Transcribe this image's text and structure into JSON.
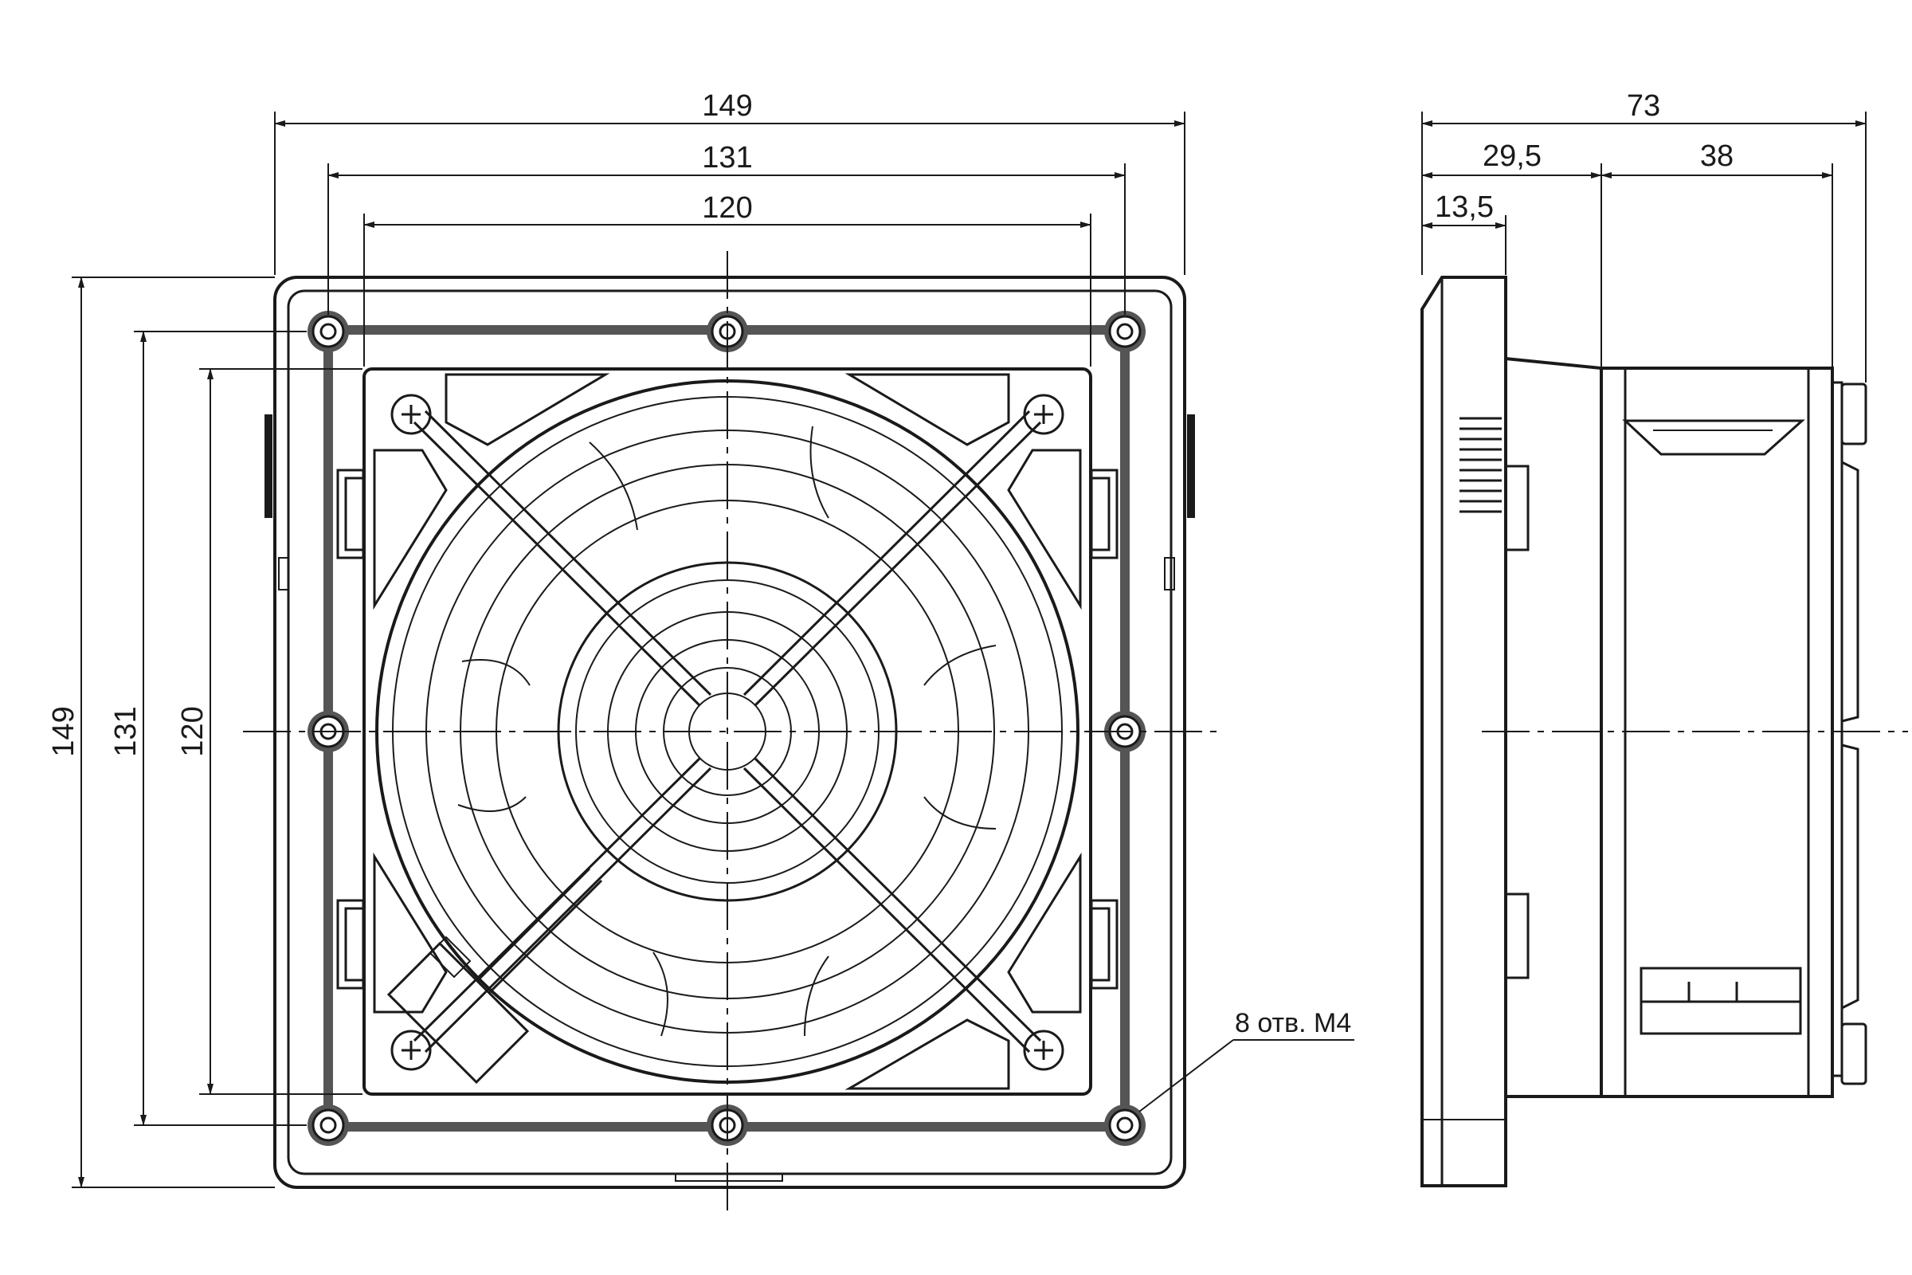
{
  "front_view": {
    "width_overall": "149",
    "width_holes": "131",
    "width_fan": "120",
    "height_overall": "149",
    "height_holes": "131",
    "height_fan": "120",
    "hole_note": "8 отв. М4"
  },
  "side_view": {
    "depth_total": "73",
    "depth_front": "29,5",
    "depth_fan": "38",
    "depth_flange": "13,5"
  },
  "colors": {
    "line": "#1a1a1a",
    "gasket": "#555555",
    "background": "#ffffff"
  }
}
